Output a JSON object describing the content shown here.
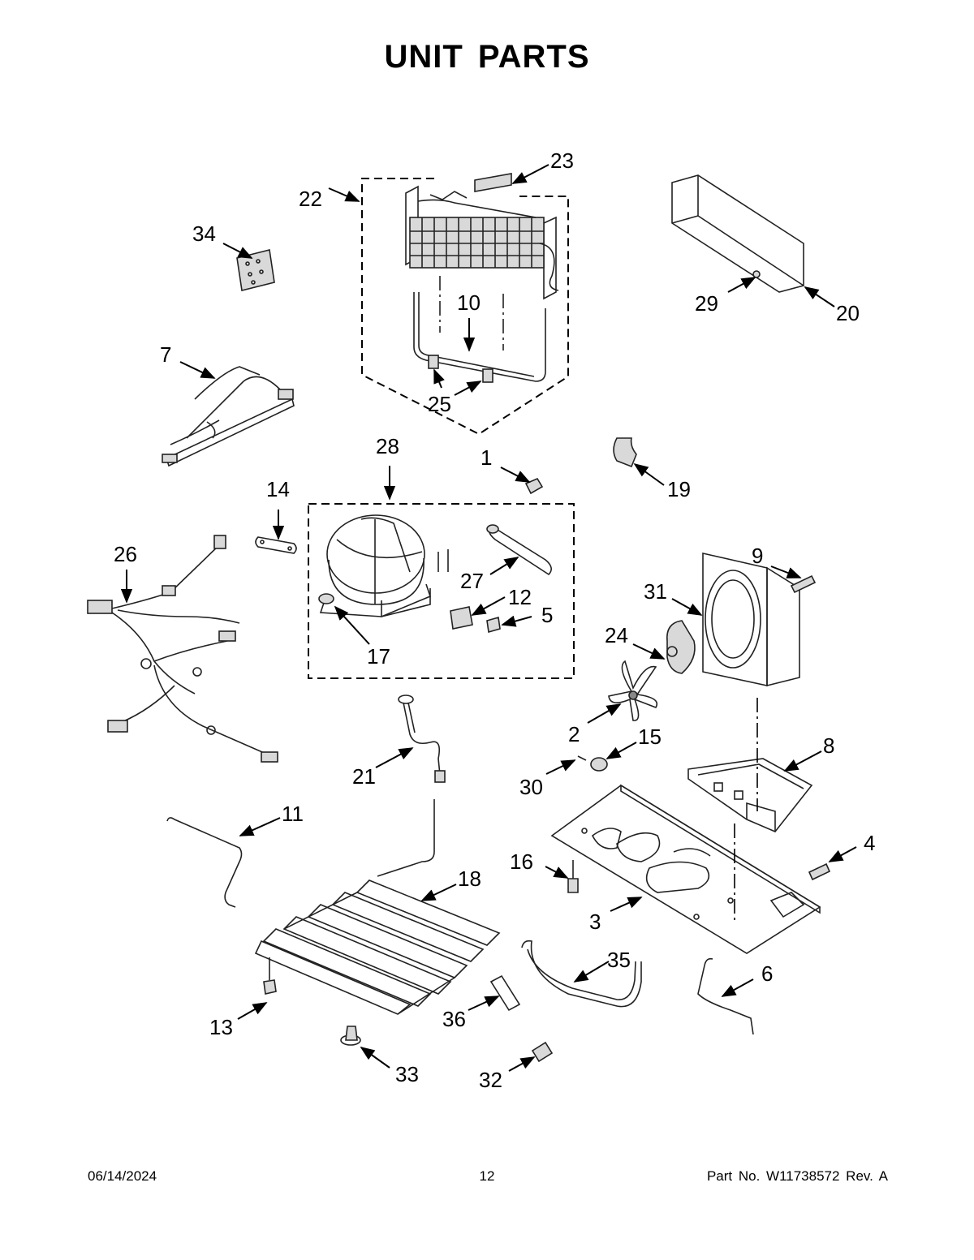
{
  "page": {
    "title": "UNIT  PARTS",
    "footer_date": "06/14/2024",
    "footer_page": "12",
    "footer_part": "Part No.  W11738572  Rev.  A"
  },
  "callouts": {
    "c1": "1",
    "c2": "2",
    "c3": "3",
    "c4": "4",
    "c5": "5",
    "c6": "6",
    "c7": "7",
    "c8": "8",
    "c9": "9",
    "c10": "10",
    "c11": "11",
    "c12": "12",
    "c13": "13",
    "c14": "14",
    "c15": "15",
    "c16": "16",
    "c17": "17",
    "c18": "18",
    "c19": "19",
    "c20": "20",
    "c21": "21",
    "c22": "22",
    "c23": "23",
    "c24": "24",
    "c25": "25",
    "c26": "26",
    "c27": "27",
    "c28": "28",
    "c29": "29",
    "c30": "30",
    "c31": "31",
    "c32": "32",
    "c33": "33",
    "c34": "34",
    "c35": "35",
    "c36": "36"
  }
}
